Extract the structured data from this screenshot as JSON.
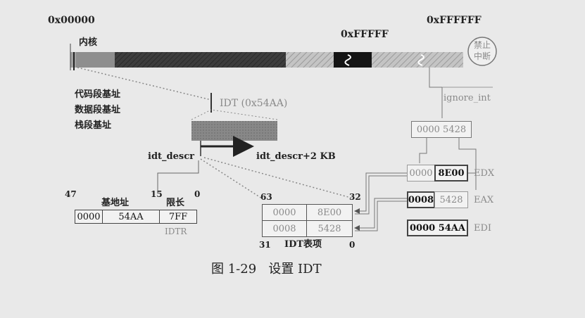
{
  "memory": {
    "start_addr": "0x00000",
    "mid_addr": "0xFFFFF",
    "end_addr": "0xFFFFFF",
    "kernel_label": "内核",
    "int_badge_line1": "禁止",
    "int_badge_line2": "中断",
    "ignore_int": "ignore_int",
    "ignore_int_value": "0000 5428"
  },
  "segments": {
    "code": "代码段基址",
    "data": "数据段基址",
    "stack": "栈段基址"
  },
  "idt": {
    "label": "IDT (0x54AA)",
    "descr": "idt_descr",
    "descr_end": "idt_descr+2 KB"
  },
  "idtr": {
    "bit47": "47",
    "bit15": "15",
    "bit0": "0",
    "base_label": "基地址",
    "limit_label": "限长",
    "c1": "0000",
    "c2": "54AA",
    "c3": "7FF",
    "name": "IDTR"
  },
  "regs": {
    "edx_hi": "0000",
    "edx_lo": "8E00",
    "edx": "EDX",
    "eax_hi": "0008",
    "eax_lo": "5428",
    "eax": "EAX",
    "edi_val": "0000 54AA",
    "edi": "EDI"
  },
  "entry": {
    "bit63": "63",
    "bit32": "32",
    "bit31": "31",
    "bit0": "0",
    "r1c1": "0000",
    "r1c2": "8E00",
    "r2c1": "0008",
    "r2c2": "5428",
    "name": "IDT表项"
  },
  "caption": "图 1-29   设置 IDT",
  "colors": {
    "background": "#e9e9e9",
    "kernel_block": "#8e8e8e",
    "dark_block": "#3a3a3a",
    "hatched_block": "#b4b4b4",
    "black_block": "#151515",
    "line": "#555555"
  }
}
